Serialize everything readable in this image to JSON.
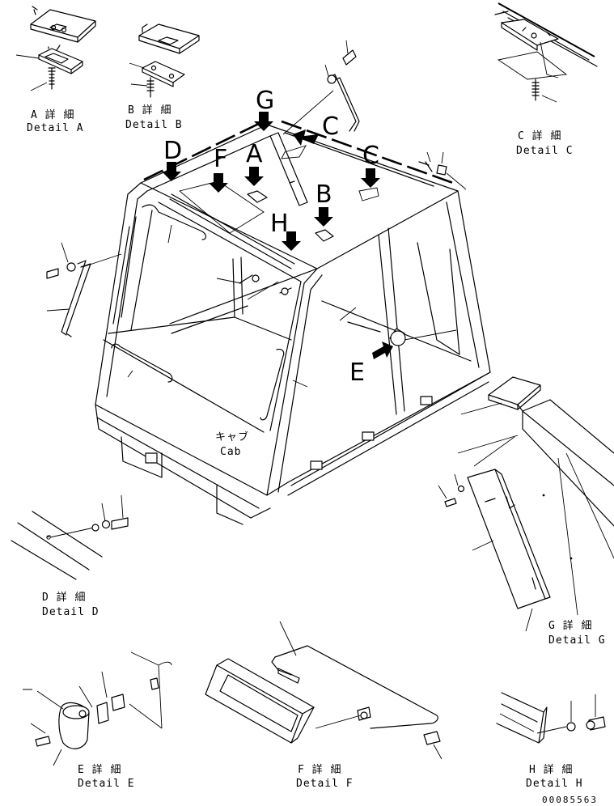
{
  "callouts": {
    "A": "A",
    "B": "B",
    "C": "C",
    "D": "D",
    "E": "E",
    "F": "F",
    "G": "G",
    "H": "H"
  },
  "main_label": {
    "jp": "キャブ",
    "en": "Cab"
  },
  "details": {
    "A": {
      "jp": "A 詳 細",
      "en": "Detail A"
    },
    "B": {
      "jp": "B 詳 細",
      "en": "Detail B"
    },
    "C": {
      "jp": "C 詳 細",
      "en": "Detail C"
    },
    "D": {
      "jp": "D 詳 細",
      "en": "Detail D"
    },
    "E": {
      "jp": "E 詳 細",
      "en": "Detail E"
    },
    "F": {
      "jp": "F 詳 細",
      "en": "Detail F"
    },
    "G": {
      "jp": "G 詳 細",
      "en": "Detail G"
    },
    "H": {
      "jp": "H 詳 細",
      "en": "Detail H"
    }
  },
  "drawing_code": "00085563"
}
